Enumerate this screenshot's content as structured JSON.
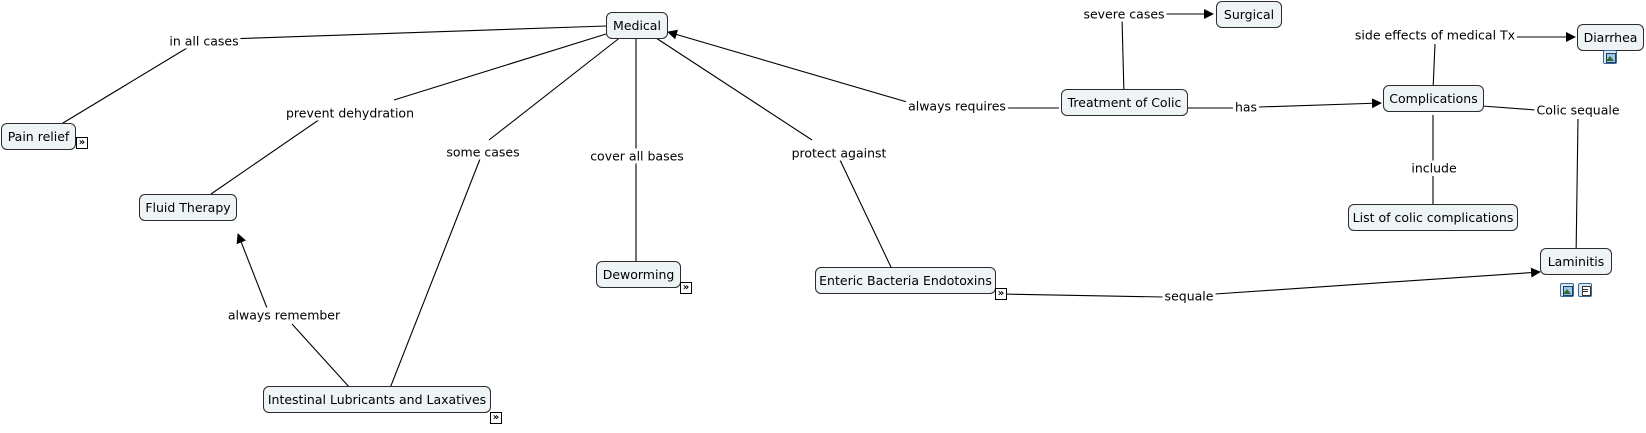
{
  "nodes": {
    "medical": "Medical",
    "surgical": "Surgical",
    "diarrhea": "Diarrhea",
    "pain_relief": "Pain relief",
    "treatment_of_colic": "Treatment of Colic",
    "complications": "Complications",
    "fluid_therapy": "Fluid Therapy",
    "list_of_colic_complications": "List of colic complications",
    "deworming": "Deworming",
    "enteric_bacteria_endotoxins": "Enteric Bacteria Endotoxins",
    "laminitis": "Laminitis",
    "intestinal_lubricants": "Intestinal Lubricants and Laxatives"
  },
  "links": {
    "in_all_cases": "in all cases",
    "severe_cases": "severe cases",
    "side_effects": "side effects of medical Tx",
    "prevent_dehydration": "prevent dehydration",
    "always_requires": "always requires",
    "has": "has",
    "colic_sequale": "Colic sequale",
    "some_cases": "some cases",
    "cover_all_bases": "cover all bases",
    "protect_against": "protect against",
    "include": "include",
    "always_remember": "always remember",
    "sequale": "sequale"
  },
  "icons": {
    "submap": "chevron-double-right-icon",
    "image": "image-icon",
    "document": "document-icon"
  }
}
